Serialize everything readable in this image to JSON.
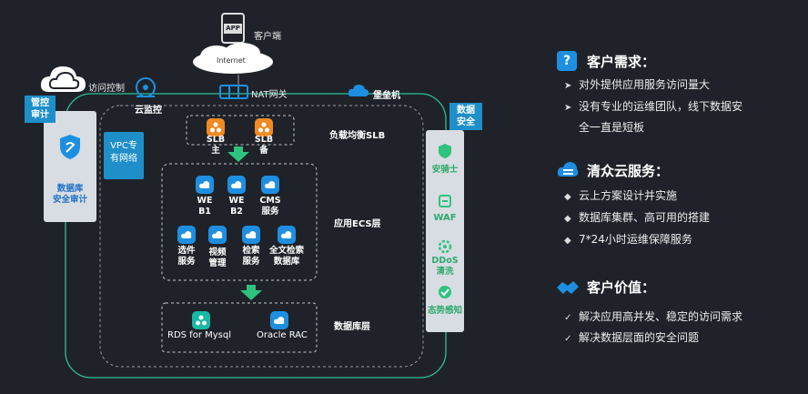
{
  "diagram": {
    "client_label": "客户端",
    "app_icon_text": "APP",
    "internet_label": "Internet",
    "access_control_label": "访问控制",
    "nat_label": "NAT网关",
    "bastion_label": "堡垒机",
    "cloud_monitor_label": "云监控",
    "mgmt_audit_label": "管控\n审计",
    "db_audit_label": "数据库\n安全审计",
    "vpc_label": "VPC专\n有网络",
    "slb_tier_label": "负载均衡SLB",
    "slb_main_label": "SLB\n主",
    "slb_backup_label": "SLB\n备",
    "ecs_tier_label": "应用ECS层",
    "ecs_services": [
      {
        "label": "WE\nB1",
        "icon": "web-server-icon"
      },
      {
        "label": "WE\nB2",
        "icon": "web-server-icon"
      },
      {
        "label": "CMS\n服务",
        "icon": "cms-icon"
      },
      {
        "label": "选件\n服务",
        "icon": "option-service-icon"
      },
      {
        "label": "视频\n管理",
        "icon": "video-management-icon"
      },
      {
        "label": "检索\n服务",
        "icon": "search-service-icon"
      },
      {
        "label": "全文检索\n数据库",
        "icon": "fulltext-db-icon"
      }
    ],
    "db_tier_label": "数据库层",
    "db_services": [
      {
        "label": "RDS for Mysql",
        "icon": "rds-icon"
      },
      {
        "label": "Oracle RAC",
        "icon": "oracle-rac-icon"
      }
    ],
    "data_security_label": "数据\n安全",
    "security_services": [
      {
        "label": "安骑士",
        "icon": "aegis-icon"
      },
      {
        "label": "WAF",
        "icon": "waf-icon"
      },
      {
        "label": "DDoS\n清洗",
        "icon": "ddos-icon"
      },
      {
        "label": "态势感知",
        "icon": "situation-awareness-icon"
      }
    ]
  },
  "sections": {
    "needs": {
      "title": "客户需求：",
      "items": [
        "对外提供应用服务访问量大",
        "没有专业的运维团队，线下数据安",
        "全一直是短板"
      ]
    },
    "services": {
      "title": "清众云服务：",
      "items": [
        "云上方案设计并实施",
        "数据库集群、高可用的搭建",
        "7*24小时运维保障服务"
      ]
    },
    "value": {
      "title": "客户价值：",
      "items": [
        "解决应用高并发、稳定的访问需求",
        "解决数据层面的安全问题"
      ]
    }
  },
  "colors": {
    "background": "#1f2329",
    "accent_blue": "#1e8fe0",
    "accent_green": "#2ec27e",
    "accent_orange": "#f08a24"
  }
}
